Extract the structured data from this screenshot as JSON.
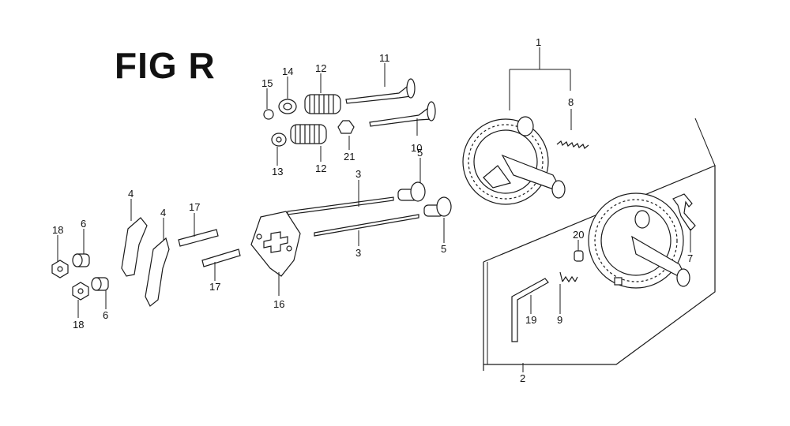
{
  "figure": {
    "title": "FIG R"
  },
  "callouts": {
    "c1": "1",
    "c2": "2",
    "c3a": "3",
    "c3b": "3",
    "c4a": "4",
    "c4b": "4",
    "c5a": "5",
    "c5b": "5",
    "c6a": "6",
    "c6b": "6",
    "c7": "7",
    "c8": "8",
    "c9": "9",
    "c10": "10",
    "c11": "11",
    "c12a": "12",
    "c12b": "12",
    "c13": "13",
    "c14": "14",
    "c15": "15",
    "c16": "16",
    "c17a": "17",
    "c17b": "17",
    "c18a": "18",
    "c18b": "18",
    "c19": "19",
    "c20": "20",
    "c21": "21"
  }
}
